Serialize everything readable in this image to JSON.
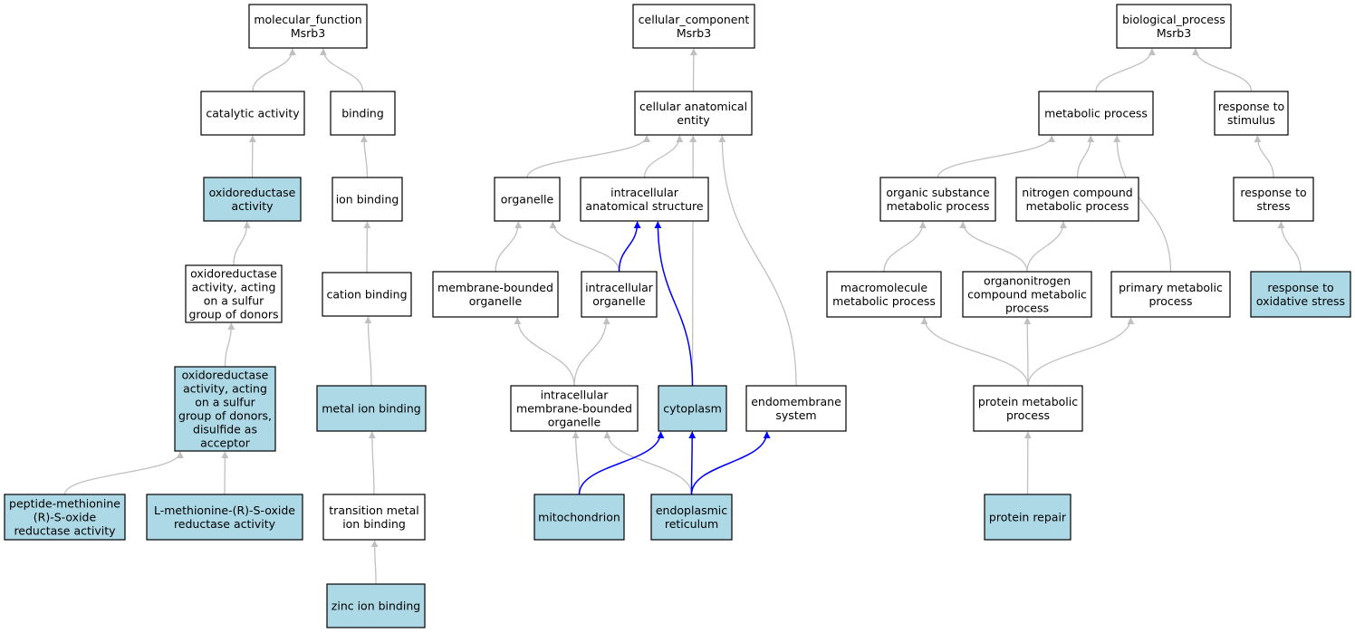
{
  "colors": {
    "highlight_fill": "#add8e6",
    "plain_fill": "#ffffff",
    "node_border": "#000000",
    "edge_gray": "#c0c0c0",
    "edge_blue": "#0000ff"
  },
  "nodes": {
    "mf_root": {
      "lines": [
        "molecular_function",
        "Msrb3"
      ],
      "highlight": false
    },
    "catalytic": {
      "lines": [
        "catalytic activity"
      ],
      "highlight": false
    },
    "binding": {
      "lines": [
        "binding"
      ],
      "highlight": false
    },
    "oxidoreductase": {
      "lines": [
        "oxidoreductase",
        "activity"
      ],
      "highlight": true
    },
    "ion_binding": {
      "lines": [
        "ion binding"
      ],
      "highlight": false
    },
    "oxido_sulfur": {
      "lines": [
        "oxidoreductase",
        "activity, acting",
        "on a sulfur",
        "group of donors"
      ],
      "highlight": false
    },
    "cation_binding": {
      "lines": [
        "cation binding"
      ],
      "highlight": false
    },
    "oxido_disulfide": {
      "lines": [
        "oxidoreductase",
        "activity, acting",
        "on a sulfur",
        "group of donors,",
        "disulfide as",
        "acceptor"
      ],
      "highlight": true
    },
    "metal_ion_binding": {
      "lines": [
        "metal ion binding"
      ],
      "highlight": true
    },
    "peptide_msr": {
      "lines": [
        "peptide-methionine",
        "(R)-S-oxide",
        "reductase activity"
      ],
      "highlight": true
    },
    "l_met_msr": {
      "lines": [
        "L-methionine-(R)-S-oxide",
        "reductase activity"
      ],
      "highlight": true
    },
    "transition_metal": {
      "lines": [
        "transition metal",
        "ion binding"
      ],
      "highlight": false
    },
    "zinc": {
      "lines": [
        "zinc ion binding"
      ],
      "highlight": true
    },
    "cc_root": {
      "lines": [
        "cellular_component",
        "Msrb3"
      ],
      "highlight": false
    },
    "cae": {
      "lines": [
        "cellular anatomical",
        "entity"
      ],
      "highlight": false
    },
    "organelle": {
      "lines": [
        "organelle"
      ],
      "highlight": false
    },
    "ias": {
      "lines": [
        "intracellular",
        "anatomical structure"
      ],
      "highlight": false
    },
    "mbo": {
      "lines": [
        "membrane-bounded",
        "organelle"
      ],
      "highlight": false
    },
    "io": {
      "lines": [
        "intracellular",
        "organelle"
      ],
      "highlight": false
    },
    "imbo": {
      "lines": [
        "intracellular",
        "membrane-bounded",
        "organelle"
      ],
      "highlight": false
    },
    "cytoplasm": {
      "lines": [
        "cytoplasm"
      ],
      "highlight": true
    },
    "endomembrane": {
      "lines": [
        "endomembrane",
        "system"
      ],
      "highlight": false
    },
    "mitochondrion": {
      "lines": [
        "mitochondrion"
      ],
      "highlight": true
    },
    "er": {
      "lines": [
        "endoplasmic",
        "reticulum"
      ],
      "highlight": true
    },
    "bp_root": {
      "lines": [
        "biological_process",
        "Msrb3"
      ],
      "highlight": false
    },
    "metabolic": {
      "lines": [
        "metabolic process"
      ],
      "highlight": false
    },
    "response_stimulus": {
      "lines": [
        "response to",
        "stimulus"
      ],
      "highlight": false
    },
    "organic_subst": {
      "lines": [
        "organic substance",
        "metabolic process"
      ],
      "highlight": false
    },
    "nitrogen": {
      "lines": [
        "nitrogen compound",
        "metabolic process"
      ],
      "highlight": false
    },
    "response_stress": {
      "lines": [
        "response to",
        "stress"
      ],
      "highlight": false
    },
    "macromolecule": {
      "lines": [
        "macromolecule",
        "metabolic process"
      ],
      "highlight": false
    },
    "organonitrogen": {
      "lines": [
        "organonitrogen",
        "compound metabolic",
        "process"
      ],
      "highlight": false
    },
    "primary": {
      "lines": [
        "primary metabolic",
        "process"
      ],
      "highlight": false
    },
    "oxidative": {
      "lines": [
        "response to",
        "oxidative stress"
      ],
      "highlight": true
    },
    "protein_metabolic": {
      "lines": [
        "protein metabolic",
        "process"
      ],
      "highlight": false
    },
    "protein_repair": {
      "lines": [
        "protein repair"
      ],
      "highlight": true
    }
  },
  "edges": [
    {
      "from": "catalytic",
      "to": "mf_root",
      "color": "gray"
    },
    {
      "from": "binding",
      "to": "mf_root",
      "color": "gray"
    },
    {
      "from": "oxidoreductase",
      "to": "catalytic",
      "color": "gray"
    },
    {
      "from": "ion_binding",
      "to": "binding",
      "color": "gray"
    },
    {
      "from": "oxido_sulfur",
      "to": "oxidoreductase",
      "color": "gray"
    },
    {
      "from": "cation_binding",
      "to": "ion_binding",
      "color": "gray"
    },
    {
      "from": "oxido_disulfide",
      "to": "oxido_sulfur",
      "color": "gray"
    },
    {
      "from": "metal_ion_binding",
      "to": "cation_binding",
      "color": "gray"
    },
    {
      "from": "peptide_msr",
      "to": "oxido_disulfide",
      "color": "gray"
    },
    {
      "from": "l_met_msr",
      "to": "oxido_disulfide",
      "color": "gray"
    },
    {
      "from": "transition_metal",
      "to": "metal_ion_binding",
      "color": "gray"
    },
    {
      "from": "zinc",
      "to": "transition_metal",
      "color": "gray"
    },
    {
      "from": "cae",
      "to": "cc_root",
      "color": "gray"
    },
    {
      "from": "organelle",
      "to": "cae",
      "color": "gray"
    },
    {
      "from": "ias",
      "to": "cae",
      "color": "gray"
    },
    {
      "from": "cytoplasm",
      "to": "cae",
      "color": "gray"
    },
    {
      "from": "endomembrane",
      "to": "cae",
      "color": "gray"
    },
    {
      "from": "mbo",
      "to": "organelle",
      "color": "gray"
    },
    {
      "from": "io",
      "to": "organelle",
      "color": "gray"
    },
    {
      "from": "io",
      "to": "ias",
      "color": "blue"
    },
    {
      "from": "cytoplasm",
      "to": "ias",
      "color": "blue"
    },
    {
      "from": "imbo",
      "to": "mbo",
      "color": "gray"
    },
    {
      "from": "imbo",
      "to": "io",
      "color": "gray"
    },
    {
      "from": "mitochondrion",
      "to": "imbo",
      "color": "gray"
    },
    {
      "from": "er",
      "to": "imbo",
      "color": "gray"
    },
    {
      "from": "mitochondrion",
      "to": "cytoplasm",
      "color": "blue"
    },
    {
      "from": "er",
      "to": "cytoplasm",
      "color": "blue"
    },
    {
      "from": "er",
      "to": "endomembrane",
      "color": "blue"
    },
    {
      "from": "metabolic",
      "to": "bp_root",
      "color": "gray"
    },
    {
      "from": "response_stimulus",
      "to": "bp_root",
      "color": "gray"
    },
    {
      "from": "organic_subst",
      "to": "metabolic",
      "color": "gray"
    },
    {
      "from": "nitrogen",
      "to": "metabolic",
      "color": "gray"
    },
    {
      "from": "primary",
      "to": "metabolic",
      "color": "gray"
    },
    {
      "from": "response_stress",
      "to": "response_stimulus",
      "color": "gray"
    },
    {
      "from": "macromolecule",
      "to": "organic_subst",
      "color": "gray"
    },
    {
      "from": "organonitrogen",
      "to": "organic_subst",
      "color": "gray"
    },
    {
      "from": "organonitrogen",
      "to": "nitrogen",
      "color": "gray"
    },
    {
      "from": "oxidative",
      "to": "response_stress",
      "color": "gray"
    },
    {
      "from": "protein_metabolic",
      "to": "macromolecule",
      "color": "gray"
    },
    {
      "from": "protein_metabolic",
      "to": "organonitrogen",
      "color": "gray"
    },
    {
      "from": "protein_metabolic",
      "to": "primary",
      "color": "gray"
    },
    {
      "from": "protein_repair",
      "to": "protein_metabolic",
      "color": "gray"
    }
  ]
}
